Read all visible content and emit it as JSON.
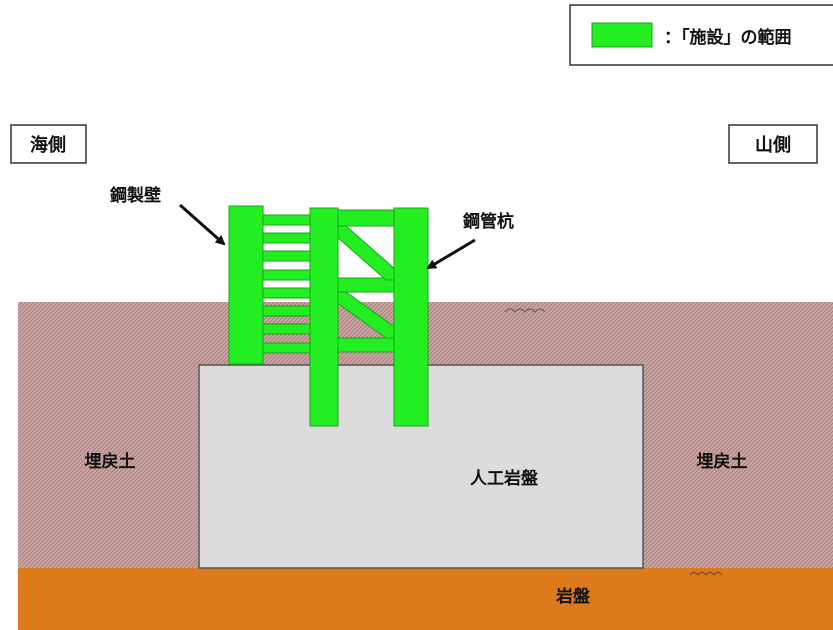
{
  "legend": {
    "text": "：「施設」の範囲",
    "swatch_color": "#22ee22"
  },
  "side_labels": {
    "sea": "海側",
    "mountain": "山側"
  },
  "structure_labels": {
    "steel_wall": "鋼製壁",
    "steel_pipe_pile": "鋼管杭"
  },
  "ground_labels": {
    "backfill_left": "埋戻土",
    "backfill_right": "埋戻土",
    "artificial_bedrock": "人工岩盤",
    "bedrock": "岩盤"
  },
  "colors": {
    "facility": "#22ee22",
    "facility_stroke": "#1aa51a",
    "backfill": "#cfa7a7",
    "backfill_hatch": "#9c7676",
    "artificial_bedrock": "#dcdcdc",
    "bedrock": "#dd7a1c",
    "label_border": "#333333"
  }
}
